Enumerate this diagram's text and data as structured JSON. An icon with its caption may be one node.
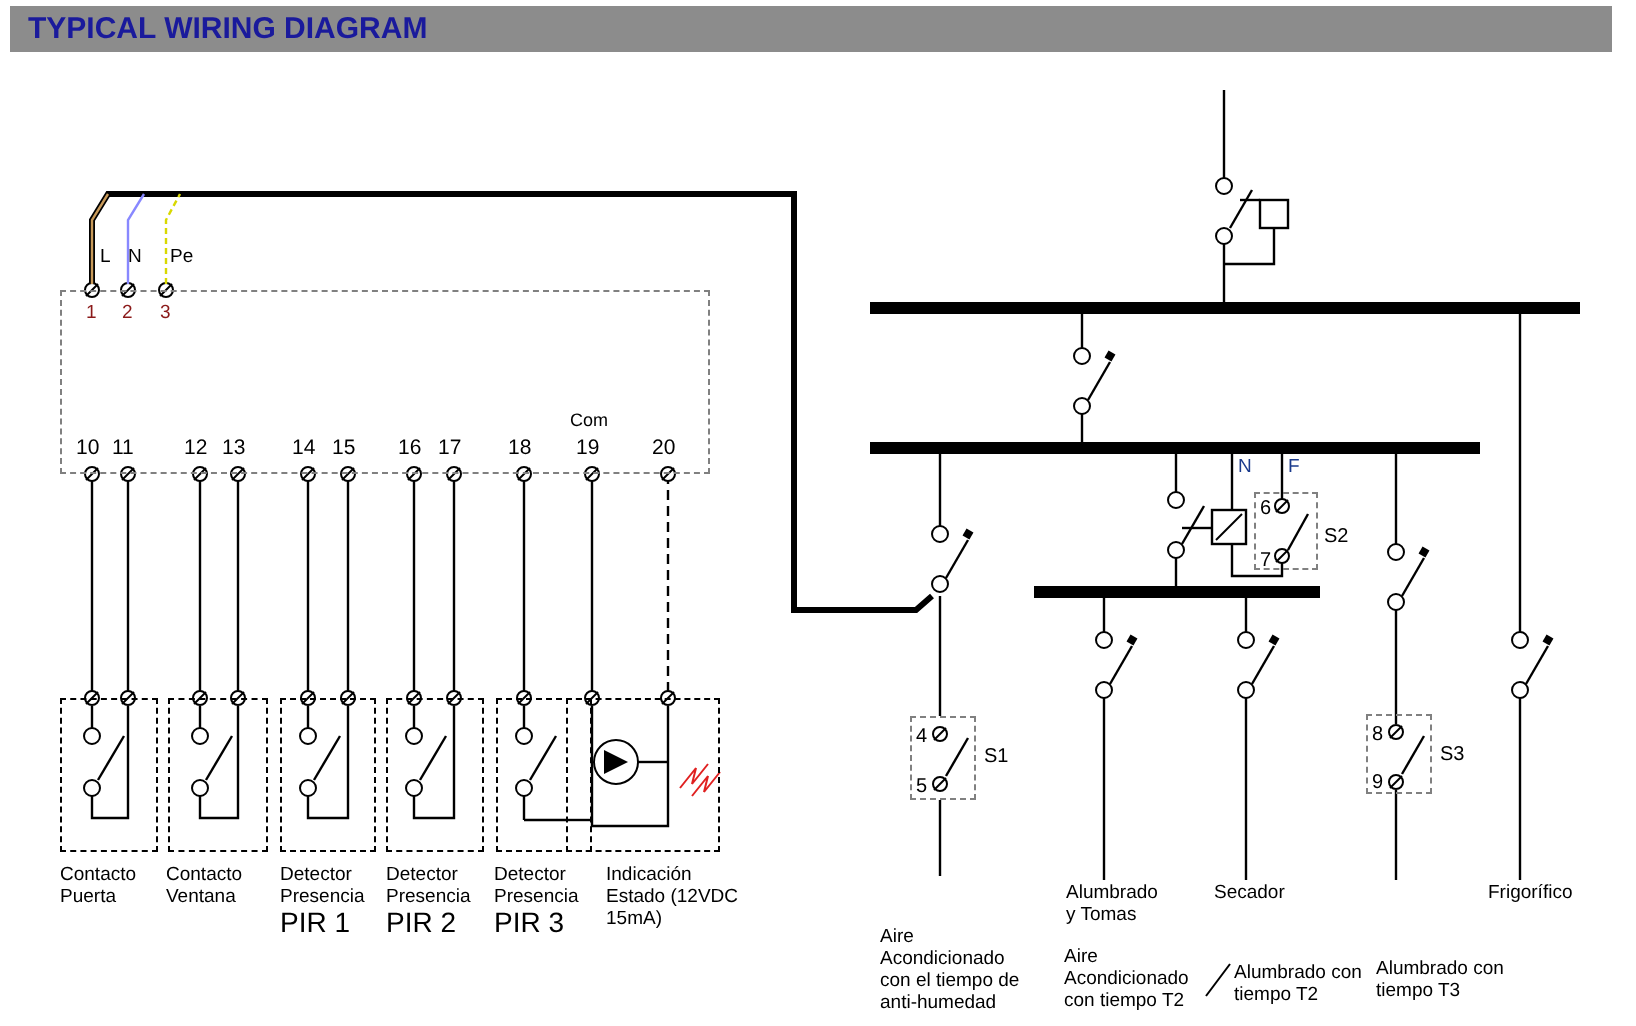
{
  "diagram": {
    "title": "TYPICAL WIRING DIAGRAM",
    "nodes": [
      {
        "text": [],
        "shape": "box"
      },
      {
        "text": [],
        "shape": "box",
        "beside": [
          "Contacto Puerta"
        ]
      },
      {
        "text": [],
        "shape": "box",
        "beside": [
          "Contacto Ventana"
        ]
      },
      {
        "text": [],
        "shape": "box",
        "beside": [
          "Detector Presencia",
          "PIR 1"
        ]
      },
      {
        "text": [],
        "shape": "box",
        "beside": [
          "Detector Presencia",
          "PIR 2"
        ]
      },
      {
        "text": [],
        "shape": "box",
        "beside": [
          "Detector Presencia",
          "PIR 3"
        ]
      },
      {
        "text": [],
        "shape": "box",
        "beside": [
          "Indicación Estado (12VDC 15mA)"
        ]
      },
      {
        "text": [],
        "shape": "switch"
      },
      {
        "text": [
          "4",
          "5"
        ],
        "beside": [
          "S1"
        ]
      },
      {
        "text": [
          "6",
          "7"
        ],
        "beside": [
          "S2"
        ]
      },
      {
        "text": [
          "8",
          "9"
        ],
        "beside": [
          "S3"
        ]
      }
    ],
    "edges": [
      {
        "from": 0,
        "to": 1,
        "arrow": "other"
      },
      {
        "from": 0,
        "to": 1,
        "arrow": "other"
      },
      {
        "from": 0,
        "to": 2,
        "arrow": "other"
      },
      {
        "from": 0,
        "to": 2,
        "arrow": "other"
      },
      {
        "from": 0,
        "to": 3,
        "arrow": "other"
      },
      {
        "from": 0,
        "to": 3,
        "arrow": "other"
      },
      {
        "from": 0,
        "to": 4,
        "arrow": "other"
      },
      {
        "from": 0,
        "to": 4,
        "arrow": "other"
      },
      {
        "from": 0,
        "to": 5,
        "arrow": "other"
      },
      {
        "from": 0,
        "to": 6,
        "arrow": "other"
      },
      {
        "from": 0,
        "to": 6,
        "arrow": "other",
        "style": "dashed"
      },
      {
        "from": 0,
        "to": 7,
        "arrow": "other",
        "style": "thick"
      },
      {
        "from": 7,
        "to": 8,
        "arrow": "none"
      },
      {
        "from": 5,
        "to": 6,
        "arrow": "none"
      }
    ],
    "labels": [
      "L",
      "N",
      "Pe",
      "1",
      "2",
      "3",
      "Com",
      "10",
      "11",
      "12",
      "13",
      "14",
      "15",
      "16",
      "17",
      "18",
      "19",
      "20",
      "N",
      "F",
      "Alumbrado y Tomas",
      "Secador",
      "Frigorífico",
      "Aire Acondicionado con el tiempo de anti-humedad",
      "Aire Acondicionado con tiempo T2",
      "Alumbrado con tiempo T2",
      "Alumbrado con tiempo T3"
    ]
  }
}
